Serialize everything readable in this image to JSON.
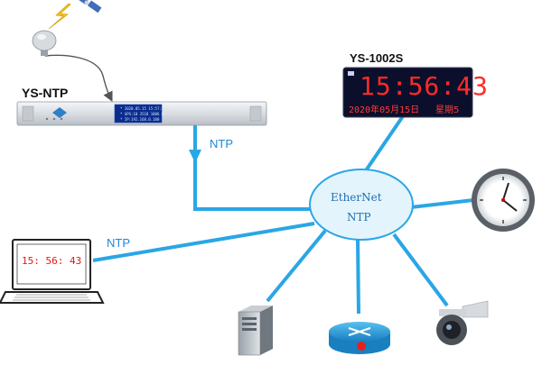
{
  "labels": {
    "server": "YS-NTP",
    "clock_model": "YS-1002S",
    "ntp_link_server": "NTP",
    "ntp_link_laptop": "NTP",
    "network_line1": "EtherNet",
    "network_line2": "NTP"
  },
  "clock_display": {
    "time": "15:56:43",
    "date": "2020年05月15日",
    "weekday": "星期5"
  },
  "laptop_display": {
    "time": "15: 56: 43"
  },
  "server_panel": {
    "line1": "* 2020.05.15 15:57:30",
    "line2": "* GPS:10 3518 1006 01",
    "line3": "* IP:192.168.0.100"
  },
  "colors": {
    "link": "#2aa6e6",
    "link_text": "#1e88d6",
    "network_text": "#1f6fb0",
    "clock_digits": "#ff2a2a",
    "clock_body": "#0b0f2b"
  },
  "icons": [
    "lightning-icon",
    "satellite-icon",
    "gps-antenna-icon",
    "rack-server-icon",
    "led-clock-icon",
    "wall-clock-icon",
    "laptop-icon",
    "tower-server-icon",
    "router-icon",
    "dome-camera-icon",
    "ethernet-cloud-icon"
  ]
}
